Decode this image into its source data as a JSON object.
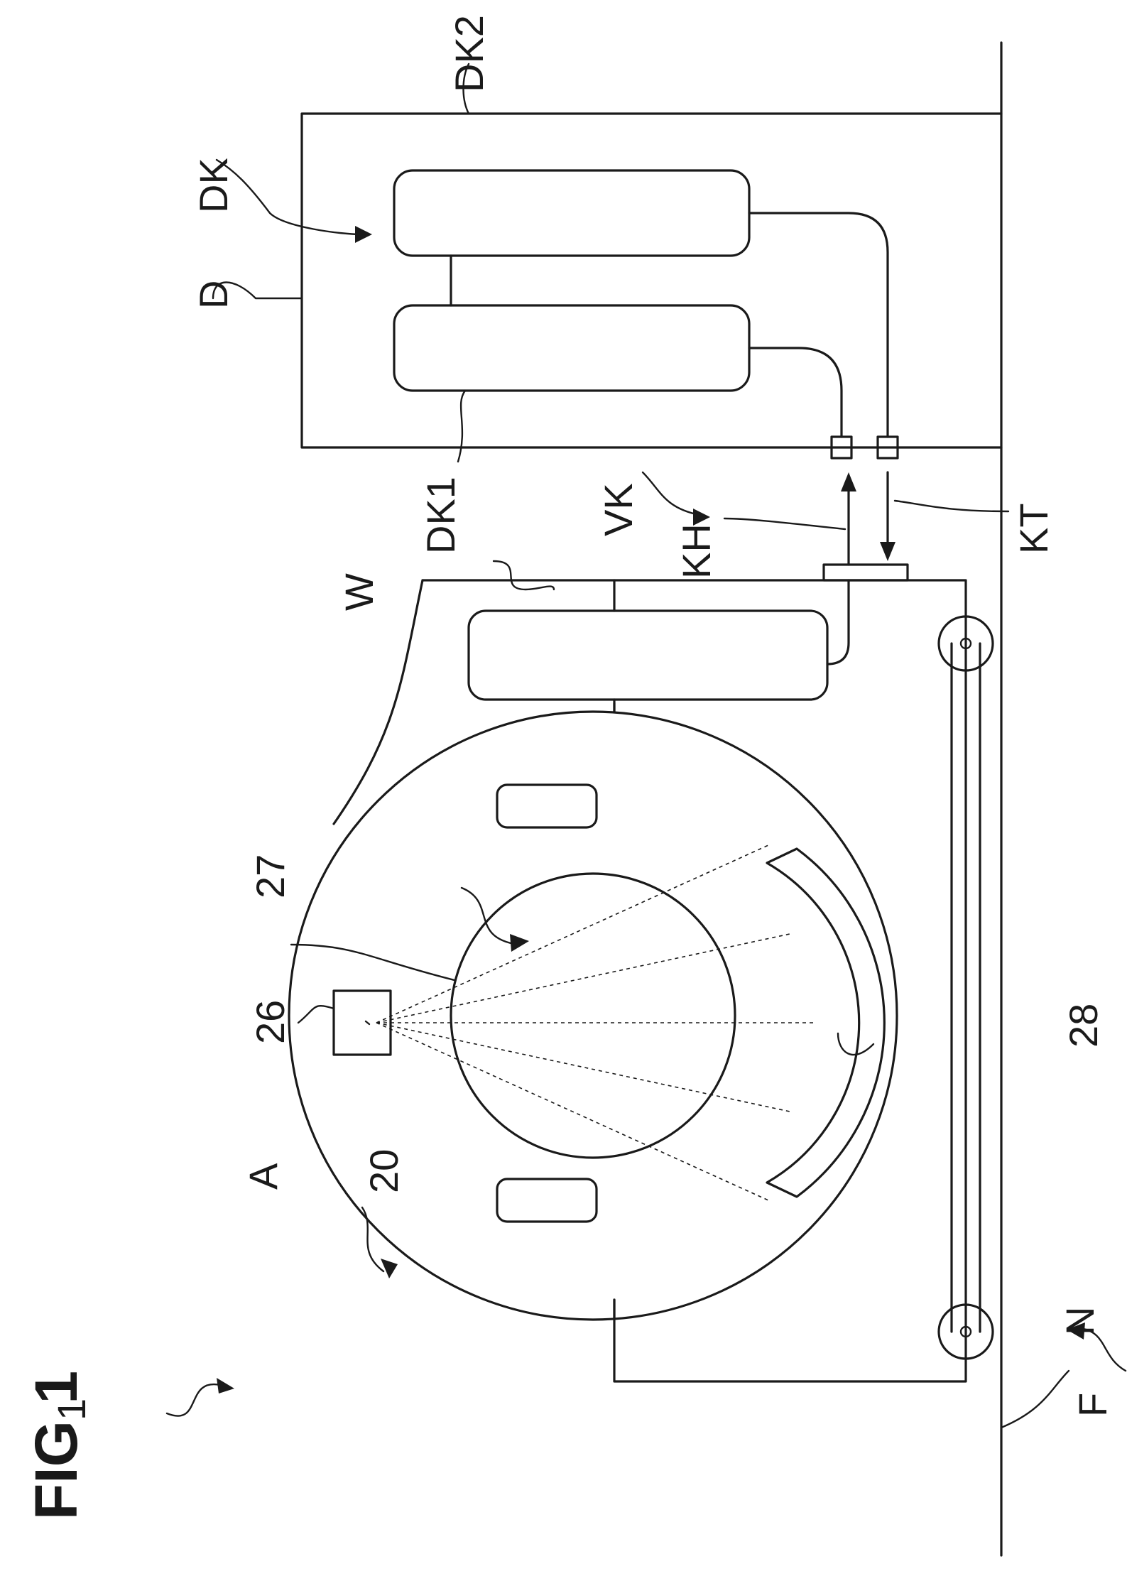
{
  "figure": {
    "title": "FIG 1",
    "labels": {
      "system": "1",
      "device": "20",
      "area": "A",
      "source": "26",
      "opening": "27",
      "detector": "28",
      "unit_w": "W",
      "chassis": "F",
      "floor": "N",
      "connection": "VK",
      "line_kh": "KH",
      "line_kt": "KT",
      "station": "D",
      "group": "DK",
      "module1": "DK1",
      "module2": "DK2"
    }
  }
}
